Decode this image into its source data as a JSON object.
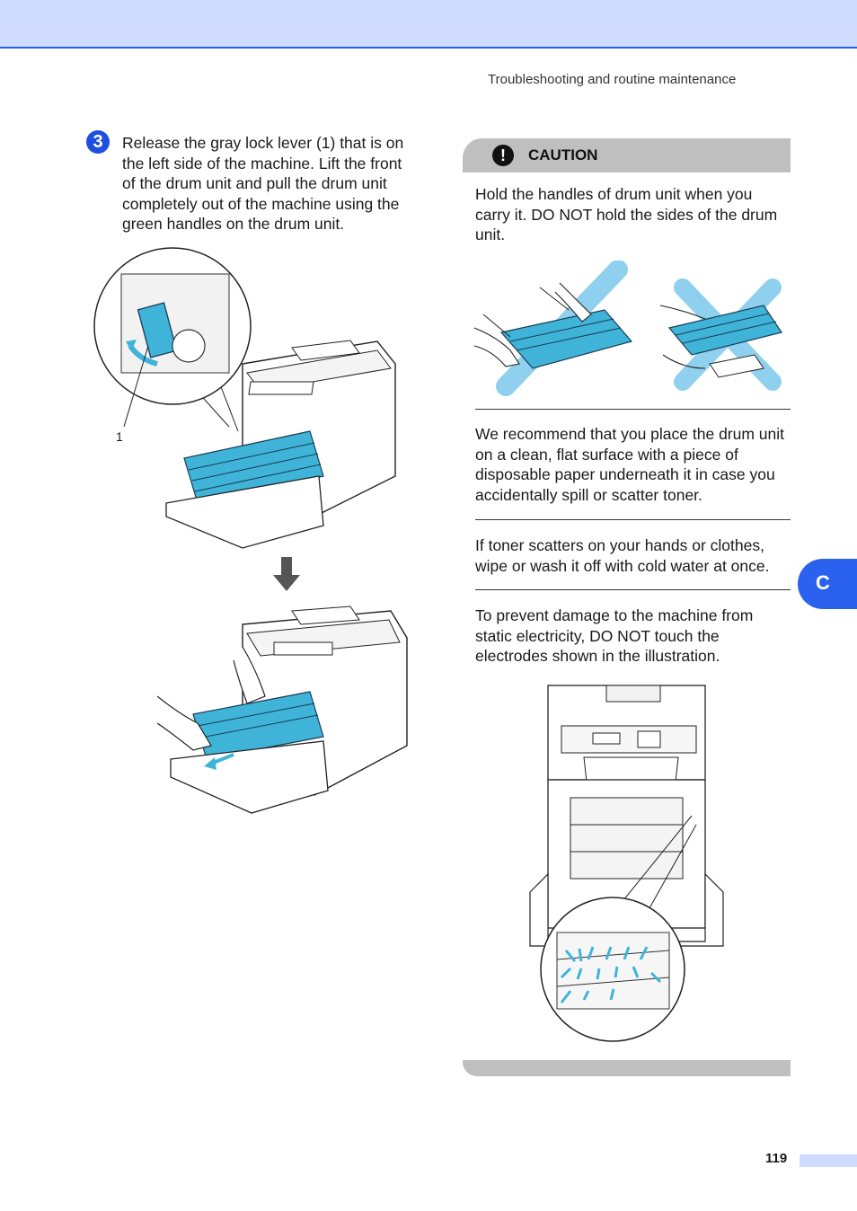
{
  "header": {
    "running_title": "Troubleshooting and routine maintenance"
  },
  "step": {
    "number": "3",
    "text": "Release the gray lock lever (1) that is on the left side of the machine. Lift the front of the drum unit and pull the drum unit completely out of the machine using the green handles on the drum unit.",
    "callout_label": "1"
  },
  "caution": {
    "label": "CAUTION",
    "icon": "exclamation-icon",
    "paragraphs": [
      "Hold the handles of drum unit when you carry it. DO NOT hold the sides of the drum unit.",
      "We recommend that you place the drum unit on a clean, flat surface with a piece of disposable paper underneath it in case you accidentally spill or scatter toner.",
      "If toner scatters on your hands or clothes, wipe or wash it off with cold water at once.",
      "To prevent damage to the machine from static electricity, DO NOT touch the electrodes shown in the illustration."
    ]
  },
  "side_tab": {
    "letter": "C"
  },
  "footer": {
    "page_number": "119"
  },
  "colors": {
    "band": "#cfdcff",
    "accent_blue": "#1f4fe0",
    "caution_gray": "#bfbfbf",
    "toner_cyan": "#3fb4d8"
  }
}
